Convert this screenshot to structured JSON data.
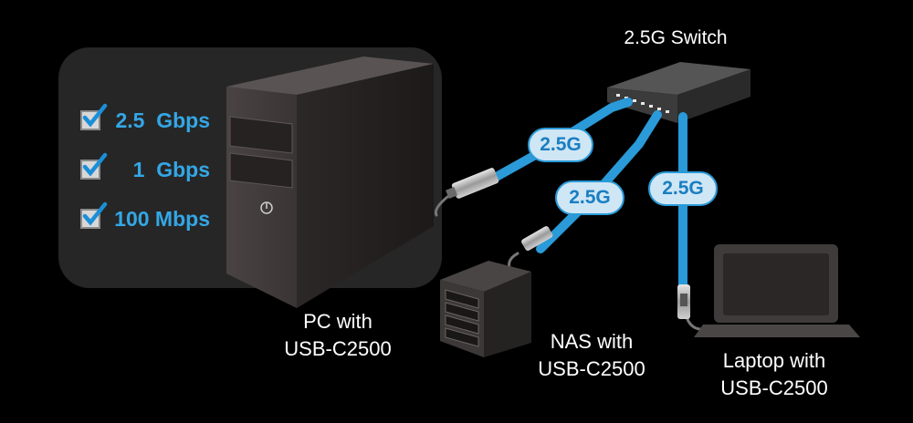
{
  "speeds": [
    {
      "label": "2.5  Gbps"
    },
    {
      "label": "1  Gbps"
    },
    {
      "label": "100 Mbps"
    }
  ],
  "switch": {
    "title": "2.5G Switch"
  },
  "links": [
    {
      "label": "2.5G"
    },
    {
      "label": "2.5G"
    },
    {
      "label": "2.5G"
    }
  ],
  "devices": {
    "pc": {
      "line1": "PC with",
      "line2": "USB-C2500"
    },
    "nas": {
      "line1": "NAS with",
      "line2": "USB-C2500"
    },
    "laptop": {
      "line1": "Laptop with",
      "line2": "USB-C2500"
    }
  },
  "colors": {
    "cable": "#2a9ad8",
    "speed_text": "#33a7e6",
    "pill_fill": "#cfe6f5",
    "background": "#000000"
  }
}
